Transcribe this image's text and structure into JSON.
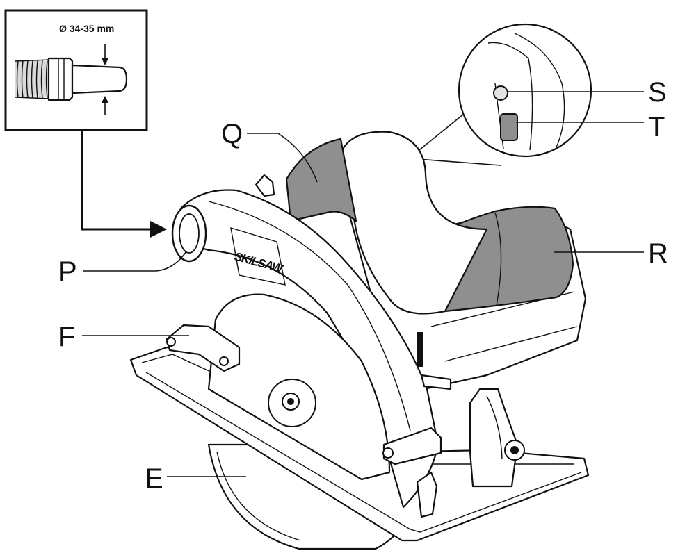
{
  "inset": {
    "dimension_label": "Ø 34-35 mm"
  },
  "brand_label": "SKILSAW",
  "callouts": {
    "P": "P",
    "F": "F",
    "E": "E",
    "Q": "Q",
    "R": "R",
    "S": "S",
    "T": "T"
  },
  "colors": {
    "line": "#111111",
    "grey_part": "#8f8f8f",
    "light_grey": "#d2d2d2",
    "background": "#ffffff"
  }
}
